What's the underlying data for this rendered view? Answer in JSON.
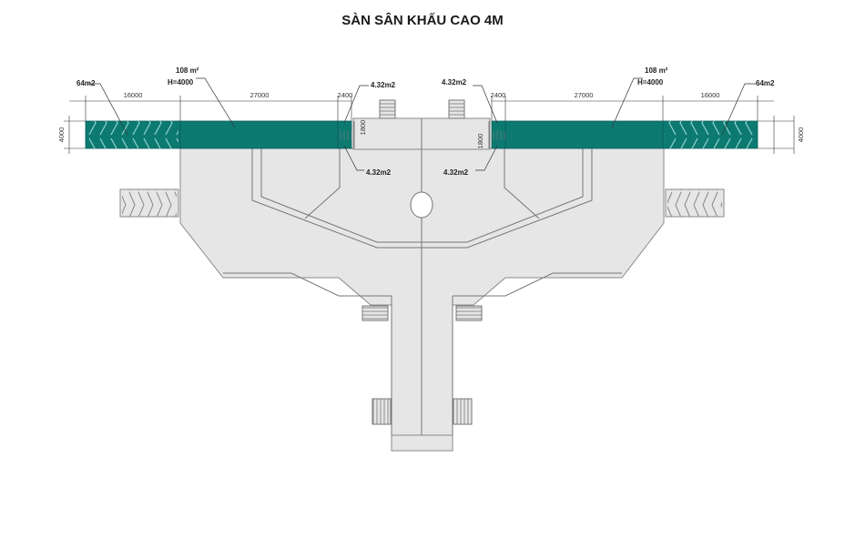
{
  "title": "SÀN SÂN KHẤU CAO 4M",
  "colors": {
    "platform": "#0d7a72",
    "stage": "#e6e6e6",
    "outline": "#8a8a8a"
  },
  "labels": {
    "left_outer_area": "64m2",
    "left_main_area": "108 m²",
    "left_main_height": "H=4000",
    "left_small_top": "4.32m2",
    "left_small_bottom": "4.32m2",
    "right_small_top": "4.32m2",
    "right_small_bottom": "4.32m2",
    "right_main_area": "108 m²",
    "right_main_height": "H=4000",
    "right_outer_area": "64m2"
  },
  "dimensions": {
    "left_outer_width": "16000",
    "left_main_width": "27000",
    "left_small_width": "2400",
    "left_small_depth": "1800",
    "left_height": "4000",
    "right_small_width": "2400",
    "right_small_depth": "1800",
    "right_main_width": "27000",
    "right_outer_width": "16000",
    "right_height": "4000"
  }
}
